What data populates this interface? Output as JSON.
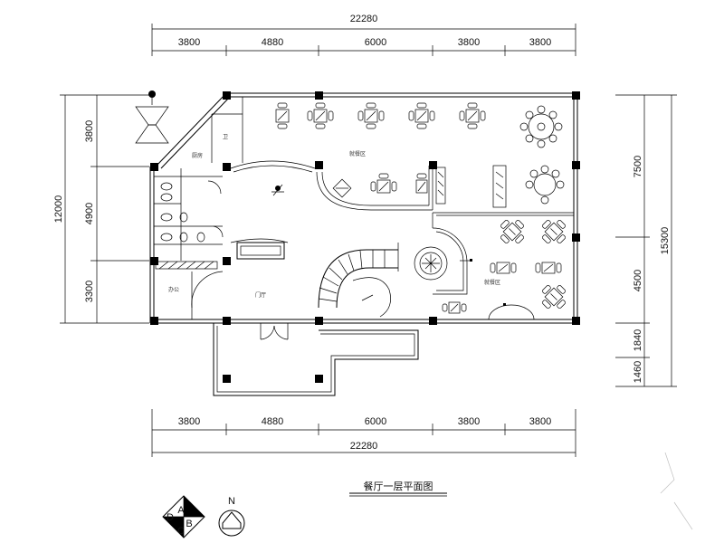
{
  "top_dims": {
    "total": "22280",
    "segments": [
      "3800",
      "4880",
      "6000",
      "3800",
      "3800"
    ]
  },
  "bottom_dims": {
    "total": "22280",
    "segments": [
      "3800",
      "4880",
      "6000",
      "3800",
      "3800"
    ]
  },
  "left_dims": {
    "total": "12000",
    "segments": [
      "3800",
      "4900",
      "3300"
    ]
  },
  "right_dims": {
    "total": "15300",
    "segments": [
      "7500",
      "4500",
      "1840",
      "1460"
    ]
  },
  "rooms": {
    "kitchen": "厨房",
    "dining_a": "就餐区",
    "dining_b": "就餐区",
    "hall": "门厅",
    "office": "办公",
    "toilet": "卫"
  },
  "title": "餐厅一层平面图",
  "legend": {
    "north": "N",
    "index_letters": [
      "A",
      "B",
      "C",
      "D"
    ]
  }
}
